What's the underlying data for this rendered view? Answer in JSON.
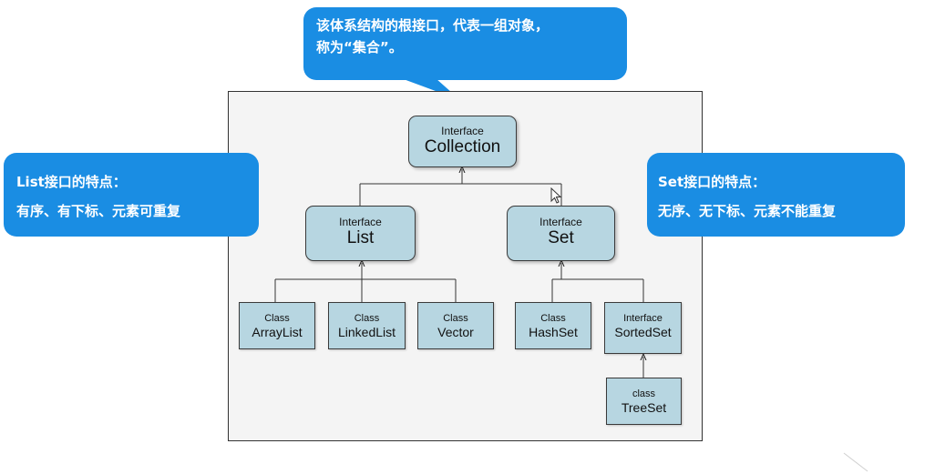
{
  "diagram": {
    "root": {
      "kind": "Interface",
      "name": "Collection"
    },
    "list": {
      "kind": "Interface",
      "name": "List"
    },
    "set": {
      "kind": "Interface",
      "name": "Set"
    },
    "arraylist": {
      "kind": "Class",
      "name": "ArrayList"
    },
    "linkedlist": {
      "kind": "Class",
      "name": "LinkedList"
    },
    "vector": {
      "kind": "Class",
      "name": "Vector"
    },
    "hashset": {
      "kind": "Class",
      "name": "HashSet"
    },
    "sortedset": {
      "kind": "Interface",
      "name": "SortedSet"
    },
    "treeset": {
      "kind": "class",
      "name": "TreeSet"
    }
  },
  "callouts": {
    "top": {
      "line1": "该体系结构的根接口，代表一组对象，",
      "line2": "称为“集合”。"
    },
    "left": {
      "line1": "List接口的特点：",
      "line2": "有序、有下标、元素可重复"
    },
    "right": {
      "line1": "Set接口的特点：",
      "line2": "无序、无下标、元素不能重复"
    }
  },
  "colors": {
    "node_fill": "#b7d6e1",
    "callout_fill": "#1a8de3",
    "frame_fill": "#f4f4f4"
  }
}
